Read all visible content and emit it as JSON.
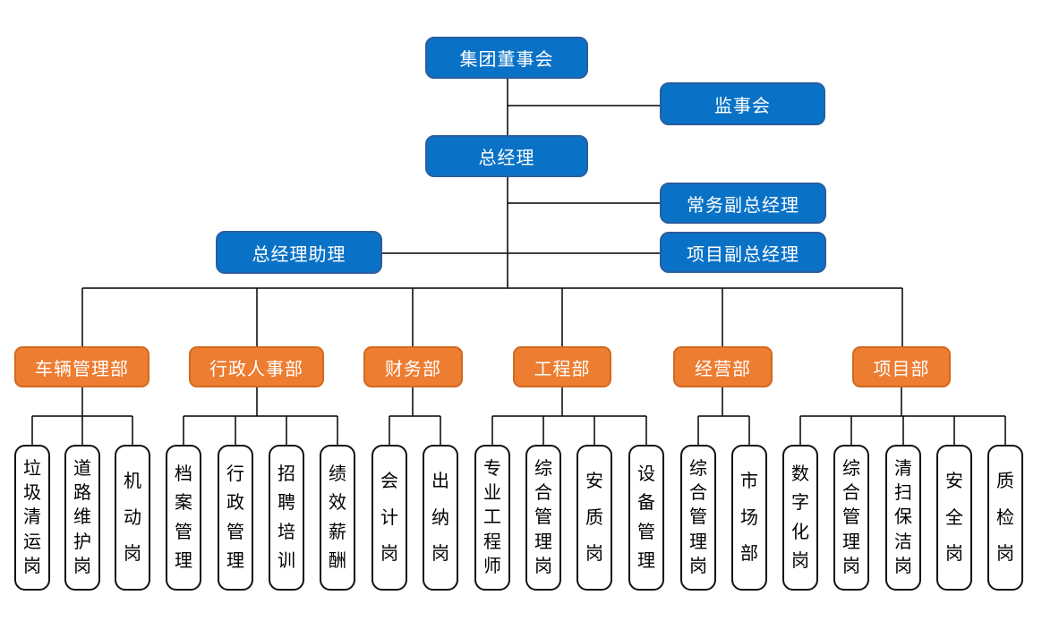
{
  "colors": {
    "management_blue": "#0a72c6",
    "management_blue_border": "#2a5d9f",
    "department_orange": "#ed7d31",
    "department_orange_border": "#d2691e",
    "position_border": "#111111",
    "connector": "#000000",
    "box_text": "#ffffff",
    "position_text": "#000000"
  },
  "org": {
    "board": {
      "label": "集团董事会"
    },
    "supervisory": {
      "label": "监事会"
    },
    "gm": {
      "label": "总经理"
    },
    "exec_deputy_gm": {
      "label": "常务副总经理"
    },
    "gm_assistant": {
      "label": "总经理助理"
    },
    "project_deputy_gm": {
      "label": "项目副总经理"
    },
    "departments": [
      {
        "label": "车辆管理部",
        "positions": [
          "垃圾清运岗",
          "道路维护岗",
          "机动岗"
        ]
      },
      {
        "label": "行政人事部",
        "positions": [
          "档案管理",
          "行政管理",
          "招聘培训",
          "绩效薪酬"
        ]
      },
      {
        "label": "财务部",
        "positions": [
          "会计岗",
          "出纳岗"
        ]
      },
      {
        "label": "工程部",
        "positions": [
          "专业工程师",
          "综合管理岗",
          "安质岗",
          "设备管理"
        ]
      },
      {
        "label": "经营部",
        "positions": [
          "综合管理岗",
          "市场部"
        ]
      },
      {
        "label": "项目部",
        "positions": [
          "数字化岗",
          "综合管理岗",
          "清扫保洁岗",
          "安全岗",
          "质检岗"
        ]
      }
    ]
  }
}
